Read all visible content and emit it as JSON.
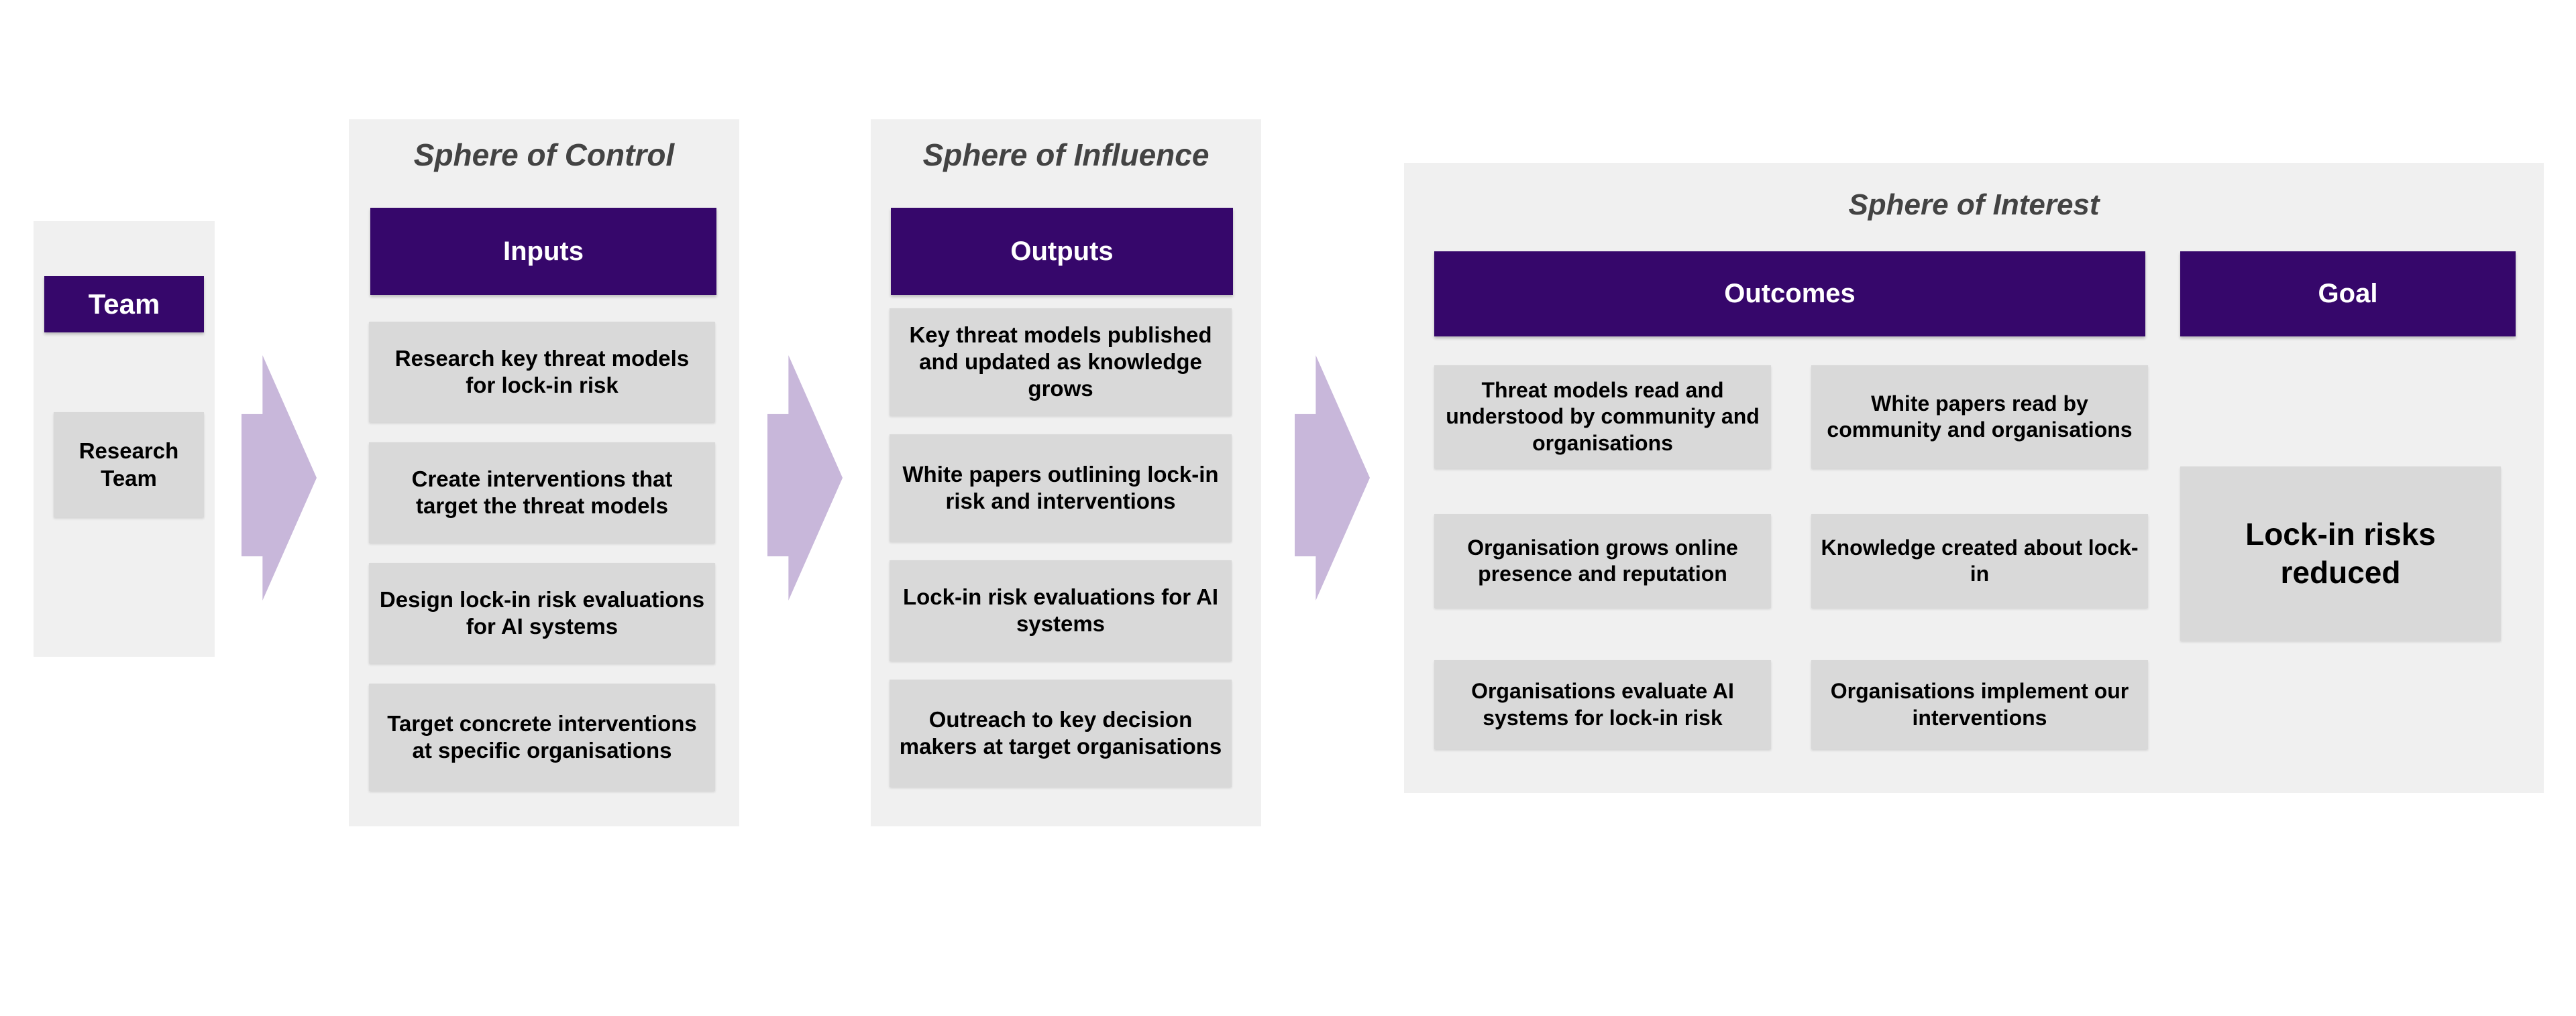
{
  "colors": {
    "header_purple": "#36076b",
    "item_gray": "#d9d9d9",
    "panel_gray": "#f0f0f0",
    "arrow_lavender": "#c8b7da",
    "title_gray": "#434343",
    "header_text": "#ffffff",
    "item_text": "#000000"
  },
  "team": {
    "header": "Team",
    "items": [
      "Research Team"
    ]
  },
  "spheres": [
    {
      "title": "Sphere of Control",
      "header": "Inputs",
      "items": [
        "Research key threat models for lock-in risk",
        "Create interventions that target the threat models",
        "Design lock-in risk evaluations for AI systems",
        "Target concrete interventions at specific organisations"
      ]
    },
    {
      "title": "Sphere of Influence",
      "header": "Outputs",
      "items": [
        "Key threat models published and updated as knowledge grows",
        "White papers outlining lock-in risk and interventions",
        "Lock-in risk evaluations for AI systems",
        "Outreach to key decision makers at target organisations"
      ]
    }
  ],
  "interest": {
    "title": "Sphere of Interest",
    "outcomes_header": "Outcomes",
    "goal_header": "Goal",
    "outcomes_col1": [
      "Threat models read and understood by community and organisations",
      "Organisation grows online presence and reputation",
      "Organisations evaluate AI systems for lock-in risk"
    ],
    "outcomes_col2": [
      "White papers read by community and organisations",
      "Knowledge created about lock-in",
      "Organisations implement our interventions"
    ],
    "goal": "Lock-in risks reduced"
  }
}
